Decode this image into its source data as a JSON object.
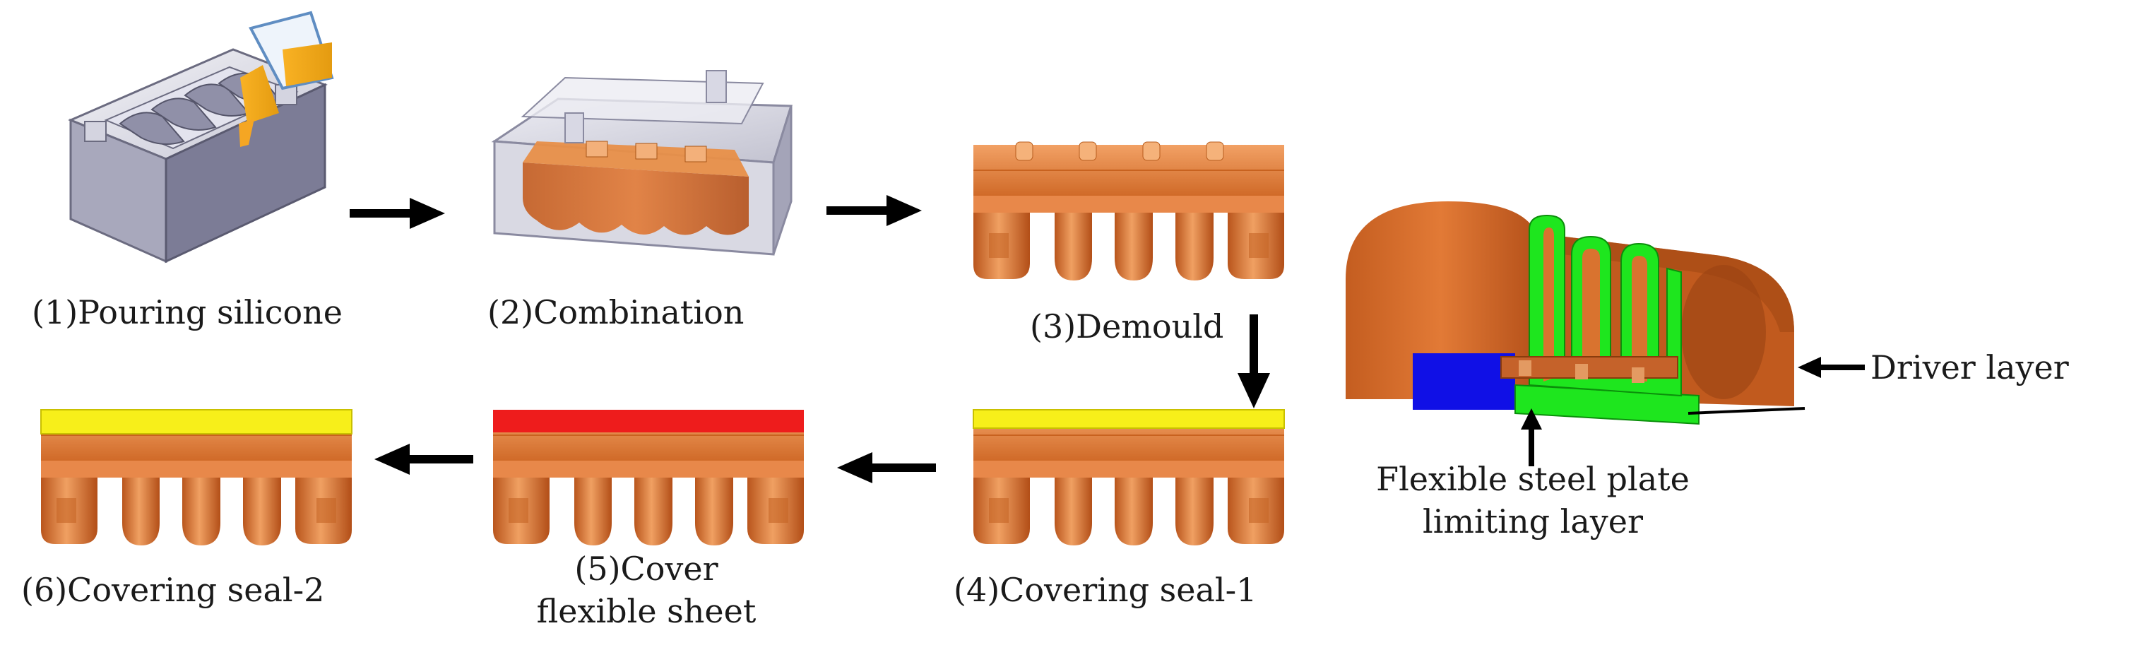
{
  "steps": {
    "s1": {
      "label": "(1)Pouring silicone"
    },
    "s2": {
      "label": "(2)Combination"
    },
    "s3": {
      "label": "(3)Demould"
    },
    "s4": {
      "label": "(4)Covering seal-1"
    },
    "s5": {
      "line1": "(5)Cover",
      "line2": "flexible sheet"
    },
    "s6": {
      "label": "(6)Covering seal-2"
    }
  },
  "detail": {
    "driver_label": "Driver layer",
    "limit_line1": "Flexible steel plate",
    "limit_line2": "limiting layer"
  },
  "colors": {
    "silicone_orange": "#d9732f",
    "seal_yellow": "#f7ef1a",
    "sheet_red": "#ee1c1c",
    "limit_green": "#1ee61e",
    "steel_blue": "#1010e6",
    "mold_gray": "#b8b8c8",
    "arrow_black": "#000000"
  },
  "icons": {
    "flow_arrow": "right-arrow-icon",
    "pour_cup": "pouring-cup-icon"
  }
}
